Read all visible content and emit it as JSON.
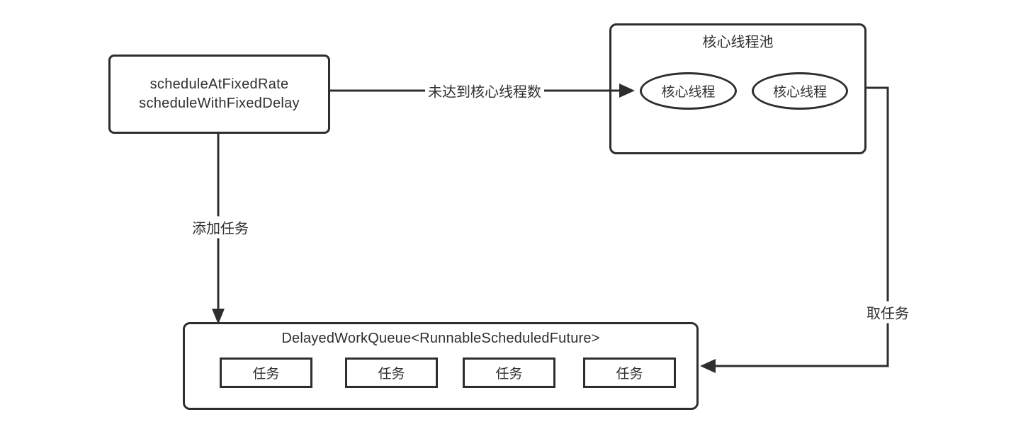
{
  "diagram": {
    "scheduler_box": {
      "line1": "scheduleAtFixedRate",
      "line2": "scheduleWithFixedDelay"
    },
    "core_pool": {
      "title": "核心线程池",
      "threads": [
        "核心线程",
        "核心线程"
      ]
    },
    "queue": {
      "title": "DelayedWorkQueue<RunnableScheduledFuture>",
      "tasks": [
        "任务",
        "任务",
        "任务",
        "任务"
      ]
    },
    "arrows": {
      "to_core_pool_label": "未达到核心线程数",
      "add_task_label": "添加任务",
      "take_task_label": "取任务"
    },
    "colors": {
      "line": "#2e2e2e",
      "text": "#2f2f2f",
      "background": "#ffffff"
    }
  }
}
